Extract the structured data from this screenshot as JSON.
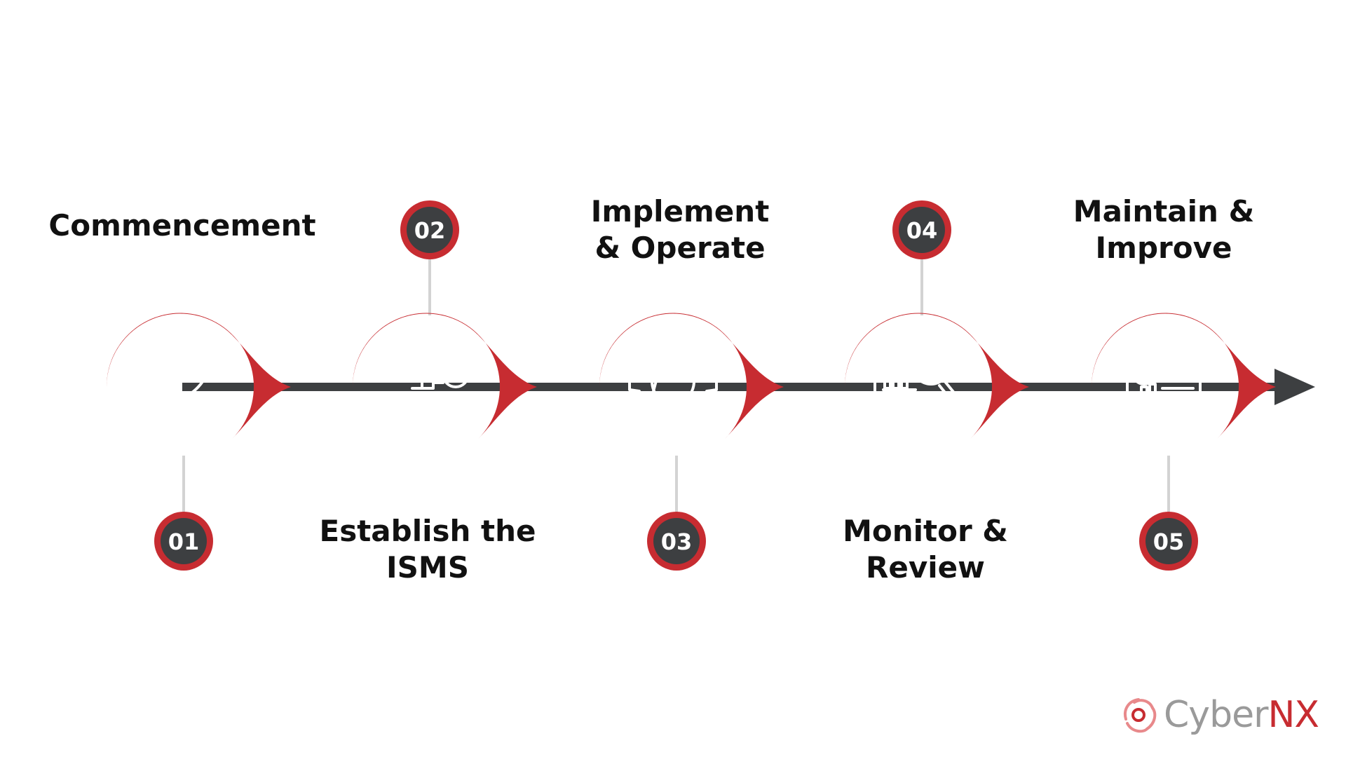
{
  "colors": {
    "accent": "#c72c31",
    "dark": "#3d3f41",
    "connector": "#d3d3d3",
    "icon": "#ffffff",
    "text": "#111111"
  },
  "steps": [
    {
      "number": "01",
      "title_lines": [
        "Commencement"
      ],
      "icon": "rocket-icon",
      "label_position": "top",
      "number_position": "bottom"
    },
    {
      "number": "02",
      "title_lines": [
        "Establish the",
        "ISMS"
      ],
      "icon": "hand-flag-check-icon",
      "label_position": "bottom",
      "number_position": "top"
    },
    {
      "number": "03",
      "title_lines": [
        "Implement",
        "& Operate"
      ],
      "icon": "lightbulb-gear-icon",
      "label_position": "top",
      "number_position": "bottom"
    },
    {
      "number": "04",
      "title_lines": [
        "Monitor &",
        "Review"
      ],
      "icon": "monitor-magnifier-icon",
      "label_position": "bottom",
      "number_position": "top"
    },
    {
      "number": "05",
      "title_lines": [
        "Maintain &",
        "Improve"
      ],
      "icon": "dashboard-chart-icon",
      "label_position": "top",
      "number_position": "bottom"
    }
  ],
  "logo": {
    "text_main": "Cyber",
    "text_accent": "NX",
    "icon": "cybernx-swirl-icon"
  }
}
